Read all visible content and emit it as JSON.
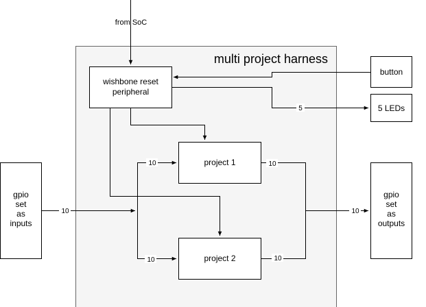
{
  "harness": {
    "title": "multi project harness",
    "fill": "#f5f5f5",
    "stroke": "#666666"
  },
  "source": {
    "label": "from SoC"
  },
  "wishbone": {
    "line1": "wishbone reset",
    "line2": "peripheral"
  },
  "button": {
    "label": "button"
  },
  "leds": {
    "label": "5 LEDs",
    "bus_width": "5"
  },
  "project1": {
    "label": "project 1",
    "in_width": "10",
    "out_width": "10"
  },
  "project2": {
    "label": "project 2",
    "in_width": "10",
    "out_width": "10"
  },
  "gpio_in": {
    "lines": [
      "gpio",
      "set",
      "as",
      "inputs"
    ],
    "bus_width": "10"
  },
  "gpio_out": {
    "lines": [
      "gpio",
      "set",
      "as",
      "outputs"
    ],
    "bus_width": "10"
  }
}
